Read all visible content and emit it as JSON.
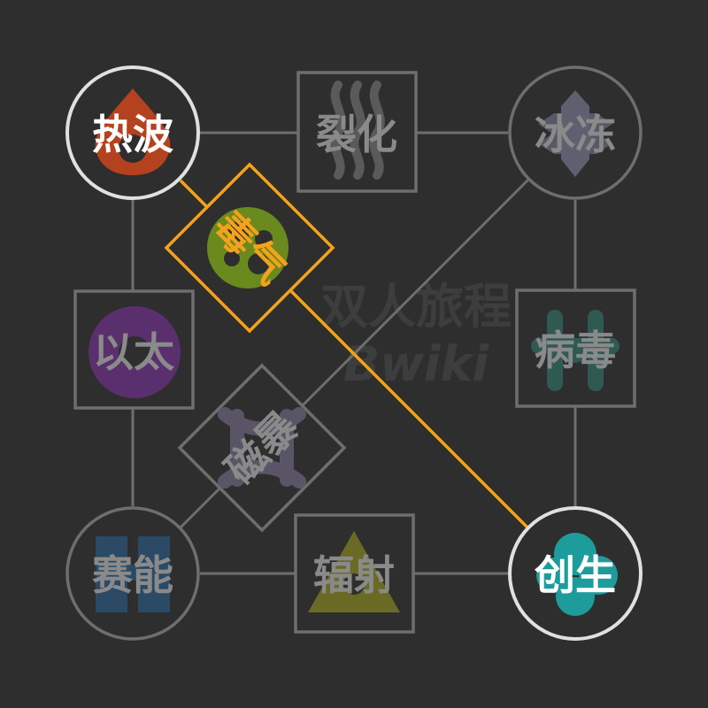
{
  "colors": {
    "background": "#2e2e2e",
    "line": "#6e6e6e",
    "active_line": "#f5a21b",
    "active_circle_border": "#e0e0e0",
    "inactive_border": "#6e6e6e",
    "active_label": "#ffffff",
    "inactive_label": "#8a8a8a",
    "highlight_label": "#f5a21b"
  },
  "watermark": {
    "line1": "双人旅程",
    "line2": "Bwiki"
  },
  "nodes": {
    "heatwave": {
      "label": "热波",
      "icon": "flame-icon",
      "icon_color": "#b5421f",
      "state": "active"
    },
    "fission": {
      "label": "裂化",
      "icon": "smoke-icon",
      "icon_color": "#6b6b6b",
      "state": "inactive"
    },
    "freeze": {
      "label": "冰冻",
      "icon": "ice-icon",
      "icon_color": "#5e6070",
      "state": "inactive"
    },
    "toxic": {
      "label": "毒气",
      "icon": "gas-cloud-icon",
      "icon_color": "#6a8a1e",
      "state": "highlighted"
    },
    "ether": {
      "label": "以太",
      "icon": "ether-orb-icon",
      "icon_color": "#5a2f6e",
      "state": "inactive"
    },
    "virus": {
      "label": "病毒",
      "icon": "virus-icon",
      "icon_color": "#2f5a52",
      "state": "inactive"
    },
    "magstorm": {
      "label": "磁暴",
      "icon": "magnet-icon",
      "icon_color": "#5a5566",
      "state": "inactive"
    },
    "psionic": {
      "label": "赛能",
      "icon": "psi-icon",
      "icon_color": "#2a4a66",
      "state": "inactive"
    },
    "radiation": {
      "label": "辐射",
      "icon": "radiation-icon",
      "icon_color": "#6a6a25",
      "state": "inactive"
    },
    "genesis": {
      "label": "创生",
      "icon": "seed-icon",
      "icon_color": "#1e9c9c",
      "state": "active"
    }
  }
}
